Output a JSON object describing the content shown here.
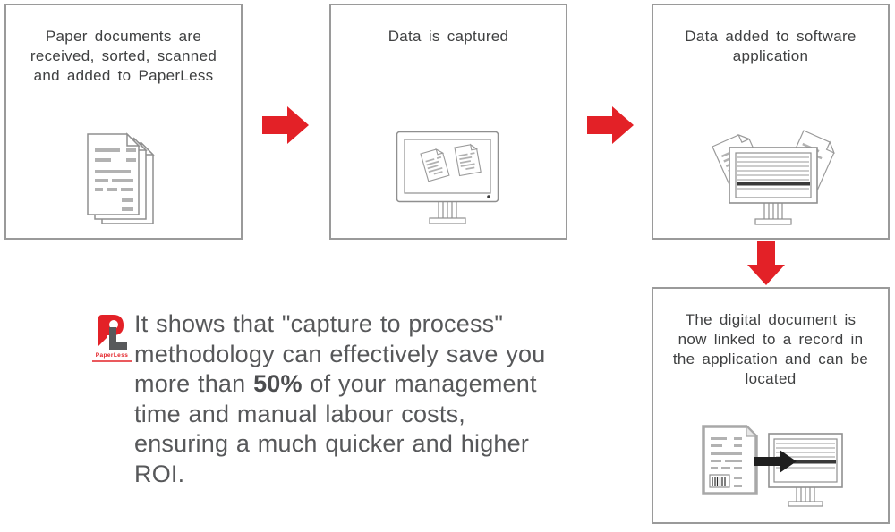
{
  "colors": {
    "accent_red": "#e32127",
    "box_border_gray": "#9a9a9a",
    "heading_text": "#3f4041",
    "body_text": "#57585a"
  },
  "boxes": [
    {
      "caption": "Paper documents are received, sorted, scanned and added to PaperLess",
      "icon": "stacked-documents-icon"
    },
    {
      "caption": "Data is captured",
      "icon": "monitor-with-documents-icon"
    },
    {
      "caption": "Data added to software application",
      "icon": "monitor-with-papers-icon"
    },
    {
      "caption": "The digital document is now linked to a record in the application and can be located",
      "icon": "document-to-monitor-icon"
    }
  ],
  "logo": {
    "name": "PaperLess"
  },
  "summary": {
    "text_before": "It shows that \"capture to process\" methodology can effectively save you more than ",
    "highlight": "50%",
    "text_after": " of your management time and manual labour costs, ensuring a much quicker and higher ROI."
  }
}
